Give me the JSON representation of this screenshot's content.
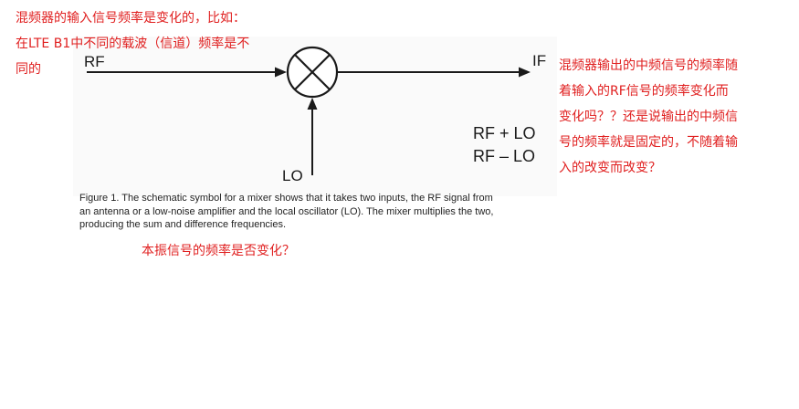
{
  "notes": {
    "input_note": "混频器的输入信号频率是变化的，比如：\n在LTE B1中不同的载波（信道）频率是不\n同的",
    "output_note": "混频器输出的中频信号的频率随\n着输入的RF信号的频率变化而\n变化吗？？还是说输出的中频信\n号的频率就是固定的，不随着输\n入的改变而改变？",
    "lo_note": "本振信号的频率是否变化？"
  },
  "diagram": {
    "rf_label": "RF",
    "if_label": "IF",
    "lo_label": "LO",
    "sum_label": "RF + LO",
    "diff_label": "RF – LO",
    "caption": "Figure 1. The schematic symbol for a mixer shows that it takes two inputs, the RF signal from\nan antenna or a low-noise amplifier and the local oscillator (LO). The mixer multiplies the two,\nproducing the sum and difference frequencies."
  },
  "colors": {
    "annotation": "#e02020",
    "diagram_line": "#1a1a1a"
  }
}
